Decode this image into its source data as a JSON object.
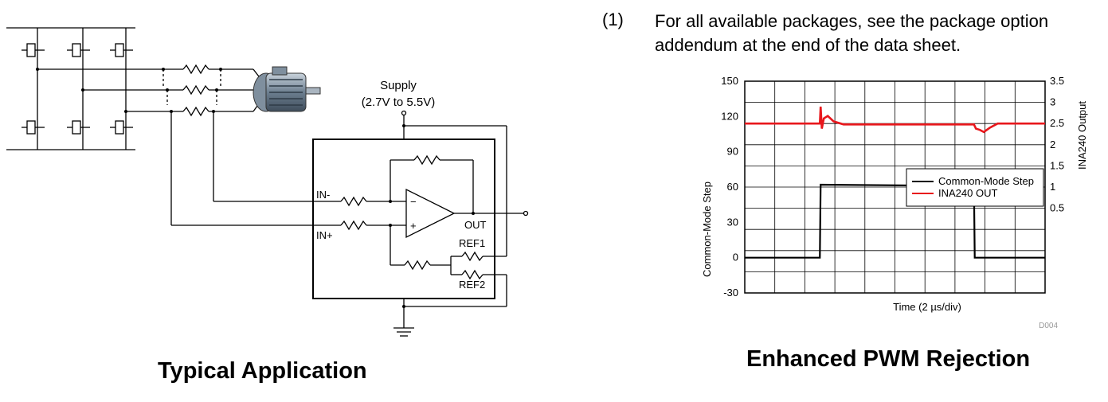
{
  "footnote": {
    "number": "(1)",
    "text": "For all available packages, see the package option addendum at the end of the data sheet."
  },
  "left_diagram": {
    "caption": "Typical Application",
    "supply_label": "Supply",
    "supply_range": "(2.7V to 5.5V)",
    "pins": {
      "in_minus": "IN-",
      "in_plus": "IN+",
      "out": "OUT",
      "ref1": "REF1",
      "ref2": "REF2"
    },
    "opamp_minus": "−",
    "opamp_plus": "+"
  },
  "right_figure": {
    "caption": "Enhanced PWM Rejection",
    "figure_id": "D004"
  },
  "chart_data": {
    "type": "line",
    "xlabel": "Time (2 µs/div)",
    "ylabel": "Common-Mode Step",
    "y2label": "INA240 Output",
    "ylim": [
      -30,
      150
    ],
    "y_ticks": [
      "150",
      "120",
      "90",
      "60",
      "30",
      "0",
      "-30"
    ],
    "y2_ticks": [
      "3.5",
      "3",
      "2.5",
      "2",
      "1.5",
      "1",
      "0.5"
    ],
    "x_divisions": 10,
    "grid": true,
    "legend_position": "inside-right",
    "legend": [
      "Common-Mode Step",
      "INA240 OUT"
    ],
    "colors": {
      "common_mode": "#000000",
      "ina240": "#e8171c"
    },
    "series": [
      {
        "name": "Common-Mode Step",
        "x": [
          0,
          1.9,
          1.92,
          5.8,
          5.82,
          7.6
        ],
        "values": [
          0,
          0,
          62,
          61,
          0,
          0
        ]
      },
      {
        "name": "INA240 OUT",
        "x": [
          0,
          1.9,
          1.92,
          1.95,
          2.0,
          2.1,
          2.25,
          2.5,
          5.8,
          5.85,
          5.95,
          6.05,
          6.2,
          6.4,
          7.6
        ],
        "values": [
          2.5,
          2.5,
          2.9,
          2.38,
          2.62,
          2.68,
          2.55,
          2.48,
          2.48,
          2.38,
          2.35,
          2.3,
          2.4,
          2.5,
          2.5
        ]
      }
    ]
  }
}
